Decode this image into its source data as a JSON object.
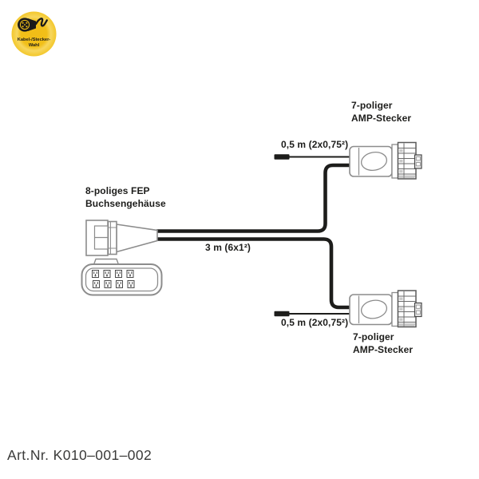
{
  "logo": {
    "name": "Kabel-Stecker-Wahl",
    "line1": "Kabel-/Stecker-",
    "line2": "Wahl",
    "bg_color": "#F1BF17",
    "ring_color": "#F7D75F",
    "ink_color": "#1a1a1a"
  },
  "diagram": {
    "left_connector": {
      "label_line1": "8-poliges FEP",
      "label_line2": "Buchsengehäuse",
      "pins": 8,
      "views": [
        "side",
        "front"
      ]
    },
    "main_cable": {
      "label": "3 m (6x1²)"
    },
    "top_branch": {
      "cable_label": "0,5 m (2x0,75²)",
      "connector_line1": "7-poliger",
      "connector_line2": "AMP-Stecker"
    },
    "bottom_branch": {
      "cable_label": "0,5 m (2x0,75²)",
      "connector_line1": "7-poliger",
      "connector_line2": "AMP-Stecker"
    },
    "colors": {
      "outline_gray": "#8c8c8c",
      "cable_black": "#1d1d1b"
    }
  },
  "footer": {
    "article_number": "Art.Nr. K010–001–002"
  }
}
